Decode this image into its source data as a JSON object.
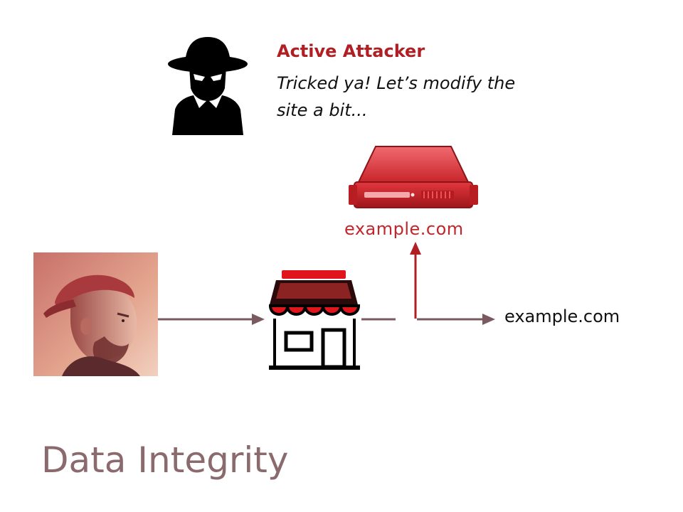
{
  "attacker": {
    "title": "Active Attacker",
    "quote": "Tricked ya! Let’s modify the site a bit..."
  },
  "server": {
    "label": "example.com",
    "icon": "server-icon",
    "color": "#c0262b"
  },
  "destination": {
    "label": "example.com"
  },
  "page": {
    "title": "Data Integrity"
  },
  "colors": {
    "accent": "#b01f24",
    "arrow": "#7a5a60",
    "attack_arrow": "#b01f24",
    "title": "#8a6a6d"
  }
}
